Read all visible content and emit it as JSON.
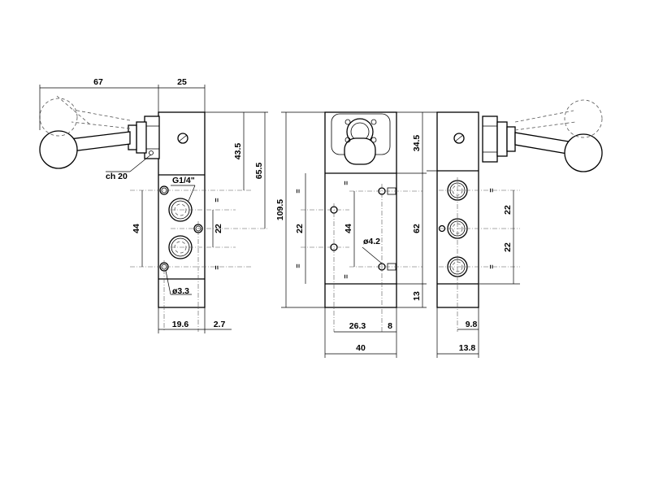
{
  "dimensions": {
    "d67": "67",
    "d25": "25",
    "d43_5": "43.5",
    "d65_5": "65.5",
    "ch20": "ch 20",
    "g14": "G1/4\"",
    "d44_left": "44",
    "d22_left": "22",
    "d3_3": "ø3.3",
    "d19_6": "19.6",
    "d2_7": "2.7",
    "d109_5": "109.5",
    "d22_mid": "22",
    "d44_mid": "44",
    "d4_2": "ø4.2",
    "d62": "62",
    "d13": "13",
    "d26_3": "26.3",
    "d8": "8",
    "d40": "40",
    "d34_5": "34.5",
    "d22_r1": "22",
    "d22_r2": "22",
    "d9_8": "9.8",
    "d13_8": "13.8"
  },
  "symbols": {
    "equal": "="
  }
}
